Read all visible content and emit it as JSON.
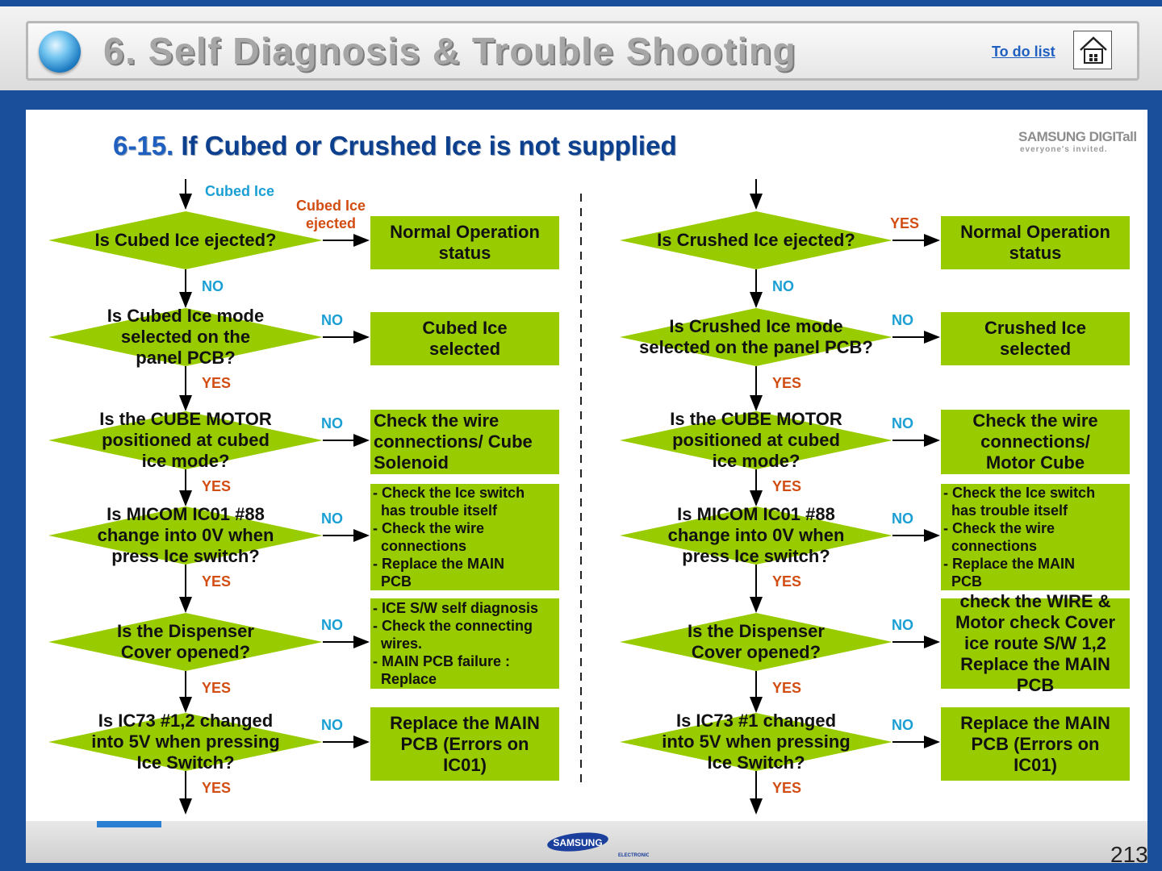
{
  "header": {
    "title": "6. Self Diagnosis & Trouble Shooting",
    "todo_link": "To do list",
    "home_icon": "home-icon"
  },
  "brand": {
    "line1": "SAMSUNG DIGITall",
    "line2": "everyone's invited."
  },
  "heading": {
    "num": "6-15.",
    "text": "If Cubed or Crushed Ice is not supplied"
  },
  "left": {
    "entry_label": "Cubed Ice",
    "yes_label_top": [
      "Cubed Ice",
      "ejected"
    ],
    "decisions": [
      [
        "Is Cubed Ice ejected?"
      ],
      [
        "Is Cubed Ice mode",
        "selected on the",
        "panel PCB?"
      ],
      [
        "Is the CUBE MOTOR",
        "positioned at cubed",
        "ice mode?"
      ],
      [
        "Is MICOM IC01 #88",
        "change into 0V when",
        "press Ice switch?"
      ],
      [
        "Is the Dispenser",
        "Cover opened?"
      ],
      [
        "Is IC73 #1,2 changed",
        "into 5V when pressing",
        "Ice Switch?"
      ]
    ],
    "branch_labels": [
      "NO",
      "NO",
      "NO",
      "NO",
      "NO"
    ],
    "down_labels": [
      "NO",
      "YES",
      "YES",
      "YES",
      "YES",
      "YES"
    ],
    "results": [
      [
        "Normal Operation",
        "status"
      ],
      [
        "Cubed Ice",
        "selected"
      ],
      [
        "Check the wire",
        "connections/ Cube",
        "Solenoid"
      ],
      [
        "- Check the Ice switch",
        "  has trouble itself",
        "- Check the wire",
        "  connections",
        "- Replace the MAIN",
        "  PCB"
      ],
      [
        "- ICE S/W self diagnosis",
        "- Check the connecting",
        "  wires.",
        "- MAIN PCB failure :",
        "  Replace"
      ],
      [
        "Replace the MAIN",
        "PCB (Errors on",
        "IC01)"
      ]
    ]
  },
  "right": {
    "yes_label_top": "YES",
    "decisions": [
      [
        "Is Crushed Ice ejected?"
      ],
      [
        "Is Crushed Ice mode",
        "selected on the panel PCB?"
      ],
      [
        "Is the CUBE MOTOR",
        "positioned at cubed",
        "ice mode?"
      ],
      [
        "Is MICOM IC01 #88",
        "change into 0V when",
        "press Ice switch?"
      ],
      [
        "Is the Dispenser",
        "Cover opened?"
      ],
      [
        "Is IC73 #1 changed",
        "into 5V when pressing",
        "Ice Switch?"
      ]
    ],
    "branch_labels": [
      "NO",
      "NO",
      "NO",
      "NO",
      "NO"
    ],
    "down_labels": [
      "NO",
      "YES",
      "YES",
      "YES",
      "YES",
      "YES"
    ],
    "results": [
      [
        "Normal Operation",
        "status"
      ],
      [
        "Crushed Ice",
        "selected"
      ],
      [
        "Check the wire",
        "connections/",
        "Motor Cube"
      ],
      [
        "- Check the Ice switch",
        "  has trouble itself",
        "- Check the wire",
        "  connections",
        "- Replace the MAIN",
        "  PCB"
      ],
      [
        "check the WIRE &",
        "Motor check Cover",
        "ice route S/W 1,2",
        "Replace the MAIN",
        "PCB"
      ],
      [
        "Replace the MAIN",
        "PCB (Errors on",
        "IC01)"
      ]
    ]
  },
  "footer": {
    "logo": "SAMSUNG",
    "page": "213"
  },
  "colors": {
    "box": "#99cc00",
    "no": "#1a9fd4",
    "yes": "#d24d12",
    "heading": "#1f5fbf"
  }
}
